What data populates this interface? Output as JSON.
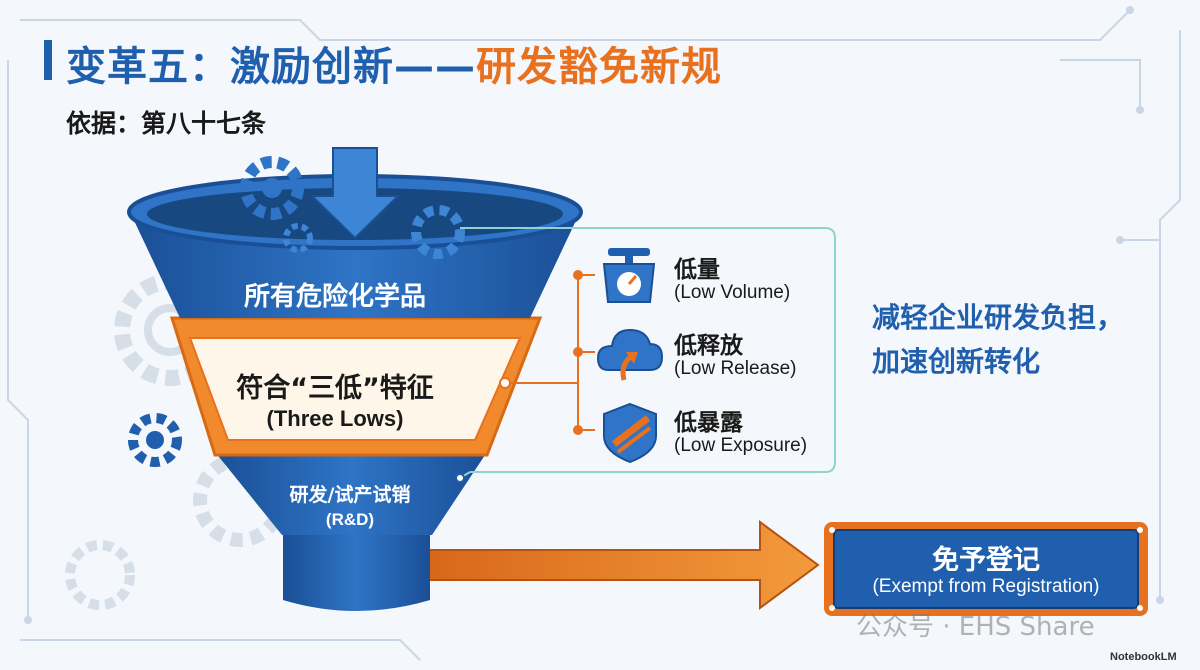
{
  "title": {
    "main": "变革五：激励创新——",
    "accent": "研发豁免新规"
  },
  "subtitle": "依据：第八十七条",
  "funnel": {
    "top_label": "所有危险化学品",
    "middle_label": "符合“三低”特征",
    "middle_label_en": "(Three Lows)",
    "bottom_label": "研发/试产试销",
    "bottom_label_en": "(R&D)"
  },
  "three_lows": [
    {
      "label": "低量",
      "label_en": "(Low Volume)",
      "icon": "scale-icon"
    },
    {
      "label": "低释放",
      "label_en": "(Low Release)",
      "icon": "cloud-release-icon"
    },
    {
      "label": "低暴露",
      "label_en": "(Low Exposure)",
      "icon": "shield-icon"
    }
  ],
  "benefit": {
    "line1": "减轻企业研发负担，",
    "line2": "加速创新转化"
  },
  "result": {
    "label": "免予登记",
    "label_en": "(Exempt from Registration)"
  },
  "watermark": "公众号 · EHS Share",
  "brand": "NotebookLM",
  "colors": {
    "primary_blue": "#1f5fae",
    "accent_orange": "#e8711f",
    "background": "#f4f7fb"
  }
}
